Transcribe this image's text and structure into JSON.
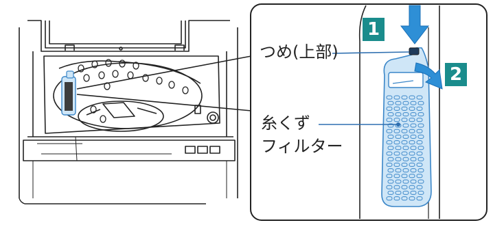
{
  "colors": {
    "outline": "#222222",
    "step_badge": "#1a8c8c",
    "arrow": "#2e8fd6",
    "filter_fill": "#cfe6f7",
    "filter_line": "#3a86c8"
  },
  "callouts": {
    "claw_label": "つめ(上部)",
    "filter_label_line1": "糸くず",
    "filter_label_line2": "フィルター"
  },
  "steps": [
    {
      "number": "1",
      "action": "push-down-arrow-icon"
    },
    {
      "number": "2",
      "action": "pull-forward-arrow-icon"
    }
  ]
}
